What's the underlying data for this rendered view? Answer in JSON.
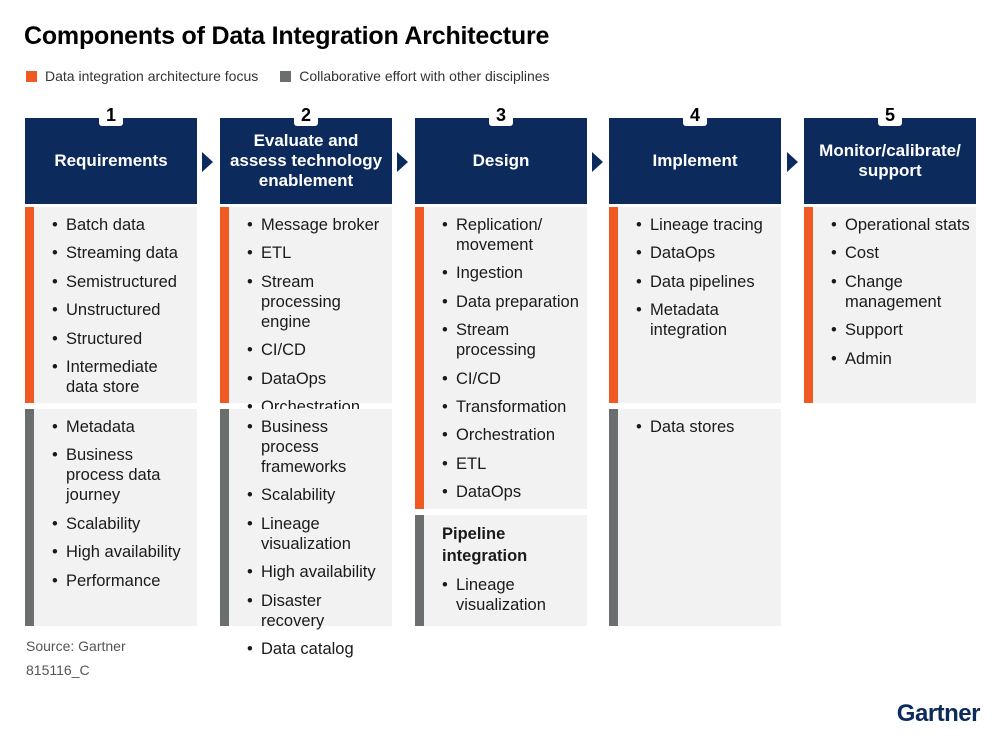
{
  "title": "Components of Data Integration Architecture",
  "legend": [
    {
      "label": "Data integration architecture focus",
      "color": "#f05a22"
    },
    {
      "label": "Collaborative effort with other disciplines",
      "color": "#6a6e6e"
    }
  ],
  "columns": [
    {
      "number": "1",
      "heading": "Requirements",
      "focus_items": [
        "Batch data",
        "Streaming data",
        "Semistructured",
        "Unstructured",
        "Structured",
        "Intermediate data store"
      ],
      "collab_items": [
        "Metadata",
        "Business process data journey",
        "Scalability",
        "High availability",
        "Performance"
      ]
    },
    {
      "number": "2",
      "heading": "Evaluate and assess technology enablement",
      "focus_items": [
        "Message broker",
        "ETL",
        "Stream processing engine",
        "CI/CD",
        "DataOps",
        "Orchestration"
      ],
      "collab_items": [
        "Business process frameworks",
        "Scalability",
        "Lineage visualization",
        "High availability",
        "Disaster recovery",
        "Data catalog"
      ]
    },
    {
      "number": "3",
      "heading": "Design",
      "focus_items": [
        "Replication/ movement",
        "Ingestion",
        "Data preparation",
        "Stream processing",
        "CI/CD",
        "Transformation",
        "Orchestration",
        "ETL",
        "DataOps"
      ],
      "extra_title": "Pipeline integration",
      "extra_items": [
        "Lineage visualization"
      ]
    },
    {
      "number": "4",
      "heading": "Implement",
      "focus_items": [
        "Lineage tracing",
        "DataOps",
        "Data pipelines",
        "Metadata integration"
      ],
      "collab_items": [
        "Data stores"
      ]
    },
    {
      "number": "5",
      "heading": "Monitor/calibrate/ support",
      "focus_items": [
        "Operational stats",
        "Cost",
        "Change management",
        "Support",
        "Admin"
      ]
    }
  ],
  "source": "Source: Gartner",
  "code": "815116_C",
  "brand": "Gartner"
}
